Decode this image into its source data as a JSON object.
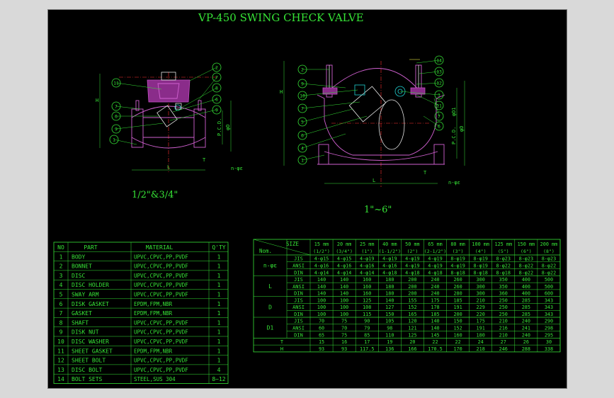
{
  "title": "VP-450 SWING CHECK VALVE",
  "small_view_label": "1/2\"&3/4\"",
  "large_view_label": "1\"~6\"",
  "dim_labels": {
    "H": "H",
    "L": "L",
    "T": "T",
    "nphi": "n-φε",
    "pcd": "P.C.D.",
    "phiD": "φD",
    "phiD1": "φD1"
  },
  "balloons_small": [
    "11",
    "7",
    "6",
    "9",
    "1",
    "2",
    "7",
    "8",
    "6",
    "9"
  ],
  "balloons_large_left": [
    "2",
    "9",
    "10",
    "7",
    "5",
    "6",
    "4",
    "1"
  ],
  "balloons_large_right": [
    "14",
    "13",
    "12",
    "3",
    "11",
    "7",
    "6"
  ],
  "parts_table": {
    "headers": [
      "NO",
      "PART",
      "MATERIAL",
      "Q'TY"
    ],
    "rows": [
      [
        "1",
        "BODY",
        "UPVC,CPVC,PP,PVDF",
        "1"
      ],
      [
        "2",
        "BONNET",
        "UPVC,CPVC,PP,PVDF",
        "1"
      ],
      [
        "3",
        "DISC",
        "UPVC,CPVC,PP,PVDF",
        "1"
      ],
      [
        "4",
        "DISC HOLDER",
        "UPVC,CPVC,PP,PVDF",
        "1"
      ],
      [
        "5",
        "SWAY ARM",
        "UPVC,CPVC,PP,PVDF",
        "1"
      ],
      [
        "6",
        "DISK GASKET",
        "EPDM,FPM,NBR",
        "1"
      ],
      [
        "7",
        "GASKET",
        "EPDM,FPM,NBR",
        "1"
      ],
      [
        "8",
        "SHAFT",
        "UPVC,CPVC,PP,PVDF",
        "1"
      ],
      [
        "9",
        "DISK NUT",
        "UPVC,CPVC,PP,PVDF",
        "1"
      ],
      [
        "10",
        "DISC WASHER",
        "UPVC,CPVC,PP,PVDF",
        "1"
      ],
      [
        "11",
        "SHEET GASKET",
        "EPDM,FPM,NBR",
        "1"
      ],
      [
        "12",
        "SHEET BOLT",
        "UPVC,CPVC,PP,PVDF",
        "1"
      ],
      [
        "13",
        "DISC BOLT",
        "UPVC,CPVC,PP,PVDF",
        "4"
      ],
      [
        "14",
        "BOLT SETS",
        "STEEL,SUS 304",
        "8~12"
      ]
    ]
  },
  "dim_table": {
    "size_label": "SIZE",
    "nom_label": "Nom.",
    "sizes_mm": [
      "15 mm",
      "20 mm",
      "25 mm",
      "40 mm",
      "50 mm",
      "65 mm",
      "80 mm",
      "100 mm",
      "125 mm",
      "150 mm",
      "200 mm"
    ],
    "sizes_in": [
      "(1/2\")",
      "(3/4\")",
      "(1\")",
      "(1-1/2\")",
      "(2\")",
      "(2-1/2\")",
      "(3\")",
      "(4\")",
      "(5\")",
      "(6\")",
      "(8\")"
    ],
    "groups": [
      {
        "label": "n-φε",
        "rows": [
          {
            "std": "JIS",
            "values": [
              "4-φ15",
              "4-φ15",
              "4-φ19",
              "4-φ19",
              "4-φ19",
              "4-φ19",
              "8-φ19",
              "8-φ19",
              "8-φ23",
              "8-φ23",
              "8-φ23"
            ]
          },
          {
            "std": "ANSI",
            "values": [
              "4-φ16",
              "4-φ16",
              "4-φ16",
              "4-φ16",
              "4-φ19",
              "4-φ19",
              "4-φ19",
              "8-φ19",
              "8-φ22",
              "8-φ22",
              "8-φ22"
            ]
          },
          {
            "std": "DIN",
            "values": [
              "4-φ14",
              "4-φ14",
              "4-φ14",
              "4-φ18",
              "4-φ18",
              "4-φ18",
              "8-φ18",
              "8-φ18",
              "8-φ18",
              "8-φ22",
              "8-φ22"
            ]
          }
        ]
      },
      {
        "label": "L",
        "rows": [
          {
            "std": "JIS",
            "values": [
              "140",
              "140",
              "160",
              "180",
              "200",
              "240",
              "260",
              "300",
              "350",
              "400",
              "500"
            ]
          },
          {
            "std": "ANSI",
            "values": [
              "140",
              "140",
              "160",
              "180",
              "200",
              "240",
              "260",
              "300",
              "350",
              "400",
              "500"
            ]
          },
          {
            "std": "DIN",
            "values": [
              "140",
              "140",
              "160",
              "180",
              "200",
              "240",
              "280",
              "300",
              "360",
              "400",
              "600"
            ]
          }
        ]
      },
      {
        "label": "D",
        "rows": [
          {
            "std": "JIS",
            "values": [
              "100",
              "100",
              "125",
              "140",
              "155",
              "175",
              "185",
              "210",
              "250",
              "285",
              "343"
            ]
          },
          {
            "std": "ANSI",
            "values": [
              "100",
              "100",
              "108",
              "127",
              "152",
              "178",
              "191",
              "229",
              "250",
              "285",
              "343"
            ]
          },
          {
            "std": "DIN",
            "values": [
              "100",
              "100",
              "115",
              "150",
              "165",
              "185",
              "200",
              "220",
              "250",
              "285",
              "343"
            ]
          }
        ]
      },
      {
        "label": "D1",
        "rows": [
          {
            "std": "JIS",
            "values": [
              "70",
              "75",
              "90",
              "105",
              "120",
              "140",
              "150",
              "175",
              "210",
              "240",
              "290"
            ]
          },
          {
            "std": "ANSI",
            "values": [
              "60",
              "70",
              "79",
              "98",
              "121",
              "140",
              "152",
              "191",
              "216",
              "241",
              "298"
            ]
          },
          {
            "std": "DIN",
            "values": [
              "65",
              "75",
              "85",
              "110",
              "125",
              "145",
              "160",
              "180",
              "210",
              "240",
              "295"
            ]
          }
        ]
      }
    ],
    "single_rows": [
      {
        "label": "T",
        "values": [
          "15",
          "16",
          "17",
          "19",
          "20",
          "22",
          "22",
          "24",
          "27",
          "26",
          "30"
        ]
      },
      {
        "label": "H",
        "values": [
          "93",
          "93",
          "117.5",
          "136",
          "166",
          "170.5",
          "170",
          "218",
          "246",
          "288",
          "338"
        ]
      }
    ]
  }
}
